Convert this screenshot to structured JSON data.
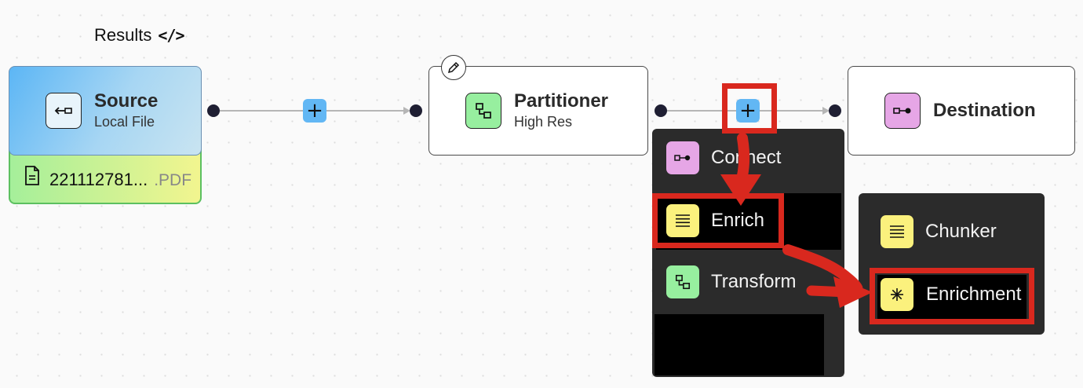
{
  "header": {
    "results_label": "Results",
    "code_glyph": "</>"
  },
  "nodes": {
    "source": {
      "title": "Source",
      "subtitle": "Local File",
      "file_name": "221112781...",
      "file_ext": ".PDF"
    },
    "partitioner": {
      "title": "Partitioner",
      "subtitle": "High Res"
    },
    "destination": {
      "title": "Destination"
    }
  },
  "connectors": {
    "plus_label": "+"
  },
  "add_menu": {
    "items": [
      {
        "label": "Connect",
        "icon": "connect-icon",
        "color": "#e6a6e6"
      },
      {
        "label": "Enrich",
        "icon": "lines-icon",
        "color": "#fbf17d"
      },
      {
        "label": "Transform",
        "icon": "transform-icon",
        "color": "#97ef9f"
      }
    ]
  },
  "enrich_submenu": {
    "items": [
      {
        "label": "Chunker",
        "icon": "lines-icon",
        "color": "#fbf17d"
      },
      {
        "label": "Enrichment",
        "icon": "asterisk-icon",
        "color": "#fbf17d"
      }
    ]
  },
  "colors": {
    "accent_blue": "#62b7f4",
    "highlight_red": "#d9281e",
    "menu_bg": "#2b2b2b",
    "source_gradient_start": "#5cb6f5",
    "file_gradient_start": "#a5ef9a",
    "file_gradient_end": "#f2f58f"
  }
}
